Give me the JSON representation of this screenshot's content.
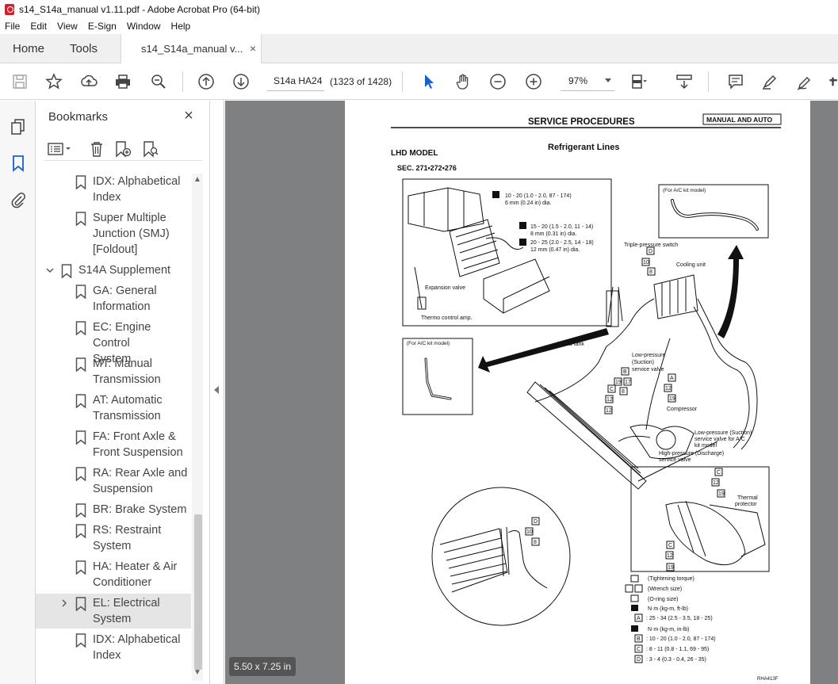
{
  "window": {
    "title": "s14_S14a_manual v1.11.pdf - Adobe Acrobat Pro (64-bit)"
  },
  "menu": [
    "File",
    "Edit",
    "View",
    "E-Sign",
    "Window",
    "Help"
  ],
  "tabs": {
    "home": "Home",
    "tools": "Tools",
    "document": "s14_S14a_manual v...",
    "close_glyph": "×"
  },
  "toolbar": {
    "page_label": "S14a HA24",
    "page_count": "(1323 of 1428)",
    "zoom": "97%",
    "icons": [
      "save-icon",
      "bookmark-star-icon",
      "upload-icon",
      "print-icon",
      "zoom-search-icon",
      "page-up-icon",
      "page-down-icon",
      "select-cursor-icon",
      "hand-icon",
      "zoom-out-icon",
      "zoom-in-icon",
      "fit-page-icon",
      "scroll-mode-icon",
      "comment-icon",
      "highlight-icon",
      "sign-icon"
    ]
  },
  "bookmarks": {
    "header": "Bookmarks",
    "close_glyph": "×",
    "items": [
      {
        "lines": [
          "IDX: Alphabetical",
          "Index"
        ],
        "level": 2,
        "expander": "",
        "selected": false
      },
      {
        "lines": [
          "Super Multiple",
          "Junction (SMJ)",
          "[Foldout]"
        ],
        "level": 2,
        "expander": "",
        "selected": false
      },
      {
        "lines": [
          "S14A Supplement"
        ],
        "level": 1,
        "expander": "down",
        "selected": false
      },
      {
        "lines": [
          "GA: General",
          "Information"
        ],
        "level": 2,
        "expander": "",
        "selected": false
      },
      {
        "lines": [
          "EC: Engine Control",
          "System"
        ],
        "level": 2,
        "expander": "",
        "selected": false
      },
      {
        "lines": [
          "MT: Manual",
          "Transmission"
        ],
        "level": 2,
        "expander": "",
        "selected": false
      },
      {
        "lines": [
          "AT: Automatic",
          "Transmission"
        ],
        "level": 2,
        "expander": "",
        "selected": false
      },
      {
        "lines": [
          "FA: Front Axle &",
          "Front Suspension"
        ],
        "level": 2,
        "expander": "",
        "selected": false
      },
      {
        "lines": [
          "RA: Rear Axle and",
          "Suspension"
        ],
        "level": 2,
        "expander": "",
        "selected": false
      },
      {
        "lines": [
          "BR: Brake System"
        ],
        "level": 2,
        "expander": "",
        "selected": false
      },
      {
        "lines": [
          "RS: Restraint",
          "System"
        ],
        "level": 2,
        "expander": "",
        "selected": false
      },
      {
        "lines": [
          "HA: Heater & Air",
          "Conditioner"
        ],
        "level": 2,
        "expander": "",
        "selected": false
      },
      {
        "lines": [
          "EL: Electrical",
          "System"
        ],
        "level": 2,
        "expander": "right",
        "selected": true
      },
      {
        "lines": [
          "IDX: Alphabetical",
          "Index"
        ],
        "level": 2,
        "expander": "",
        "selected": false
      }
    ]
  },
  "page_size_badge": "5.50 x 7.25 in",
  "manual_page": {
    "header": "SERVICE PROCEDURES",
    "header_box": "MANUAL AND AUTO",
    "model": "LHD MODEL",
    "title": "Refrigerant Lines",
    "section": "SEC. 271•272•276",
    "torque_notes": [
      "10 - 20 (1.0 - 2.0, 87 - 174)",
      "6 mm (0.24 in) dia.",
      "15 - 20 (1.5 - 2.0, 11 - 14)",
      "8 mm (0.31 in) dia.",
      "20 - 25 (2.0 - 2.5, 14 - 18)",
      "12 mm (0.47 in) dia."
    ],
    "labels": {
      "kit_model_1": "(For A/C kit model)",
      "kit_model_2": "(For A/C kit model)",
      "triple_pressure": "Triple-pressure switch",
      "cooling_unit": "Cooling unit",
      "expansion_valve": "Expansion valve",
      "thermo_amp": "Thermo control amp.",
      "liquid_tank": "Liquid tank",
      "low_pressure": "Low-pressure",
      "suction": "(Suction)",
      "service_valve": "service valve",
      "compressor": "Compressor",
      "low_pressure_kit_1": "Low-pressure (Suction)",
      "low_pressure_kit_2": "service valve for A/C",
      "low_pressure_kit_3": "kit model",
      "high_pressure_1": "High-pressure (Discharge)",
      "high_pressure_2": "service valve",
      "thermal_1": "Thermal",
      "thermal_2": "protector"
    },
    "callouts": [
      "D",
      "10",
      "8",
      "B",
      "19",
      "17",
      "A",
      "12",
      "C",
      "8",
      "12",
      "19",
      "12",
      "D",
      "10",
      "8",
      "C",
      "12",
      "19",
      "C",
      "12",
      "19"
    ],
    "legend": [
      "(Tightening torque)",
      "(Wrench size)",
      "(O-ring size)",
      "N·m (kg-m, ft-lb)",
      ": 25 - 34 (2.5 - 3.5, 18 - 25)",
      "N·m (kg-m, in-lb)",
      ": 10 - 20 (1.0 - 2.0, 87 - 174)",
      ": 8 - 11 (0.8 - 1.1, 69 - 95)",
      ": 3 - 4 (0.3 - 0.4, 26 - 35)"
    ],
    "legend_keys": [
      "A",
      "B",
      "C",
      "D"
    ],
    "figure_id": "RHA413F"
  }
}
